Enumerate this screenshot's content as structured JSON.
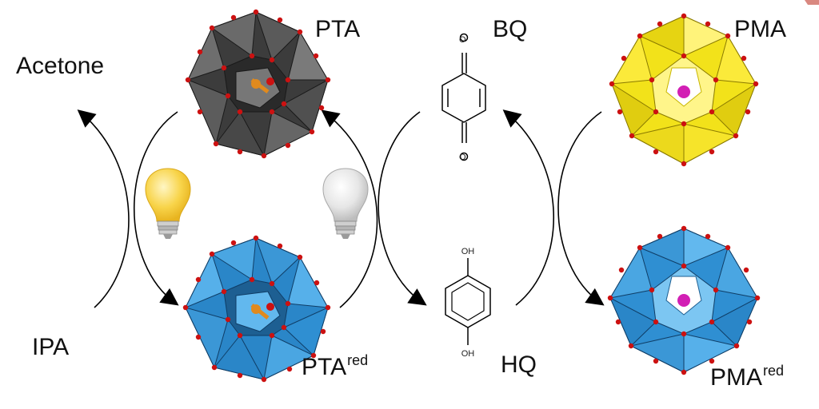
{
  "labels": {
    "pta": "PTA",
    "pta_red": "PTA",
    "pta_red_sup": "red",
    "bq": "BQ",
    "pma": "PMA",
    "pma_red": "PMA",
    "pma_red_sup": "red",
    "acetone": "Acetone",
    "ipa": "IPA",
    "hq": "HQ",
    "oh_top": "OH",
    "oh_bottom": "OH"
  },
  "colors": {
    "pta_cluster": "#4a4a4a",
    "pta_red_cluster": "#2f8fd2",
    "pma_cluster": "#f2e21a",
    "pma_red_cluster": "#2f8fd2",
    "oxygen_atom": "#cc1111",
    "central_atom_pta": "#e08a1e",
    "central_atom_pma": "#d21fb4",
    "bulb_on": "#f8d44a",
    "bulb_off": "#e4e4e4",
    "arrow": "#000000"
  },
  "icons": [
    "lightbulb-on-icon",
    "lightbulb-off-icon"
  ]
}
